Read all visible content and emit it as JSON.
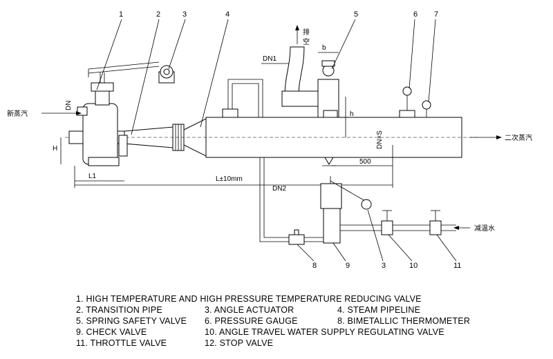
{
  "callouts": [
    "1",
    "2",
    "3",
    "4",
    "5",
    "6",
    "7",
    "8",
    "9",
    "3",
    "10",
    "11"
  ],
  "diagram_labels": {
    "inlet_steam": "新蒸汽",
    "outlet_steam": "二次蒸汽",
    "desuperheat_water": "减温水",
    "exhaust_1": "排",
    "exhaust_2": "空",
    "dn": "DN",
    "dn1": "DN1",
    "dn2": "DN2",
    "dnxs": "DN×S",
    "h_upper": "H",
    "h_lower": "h",
    "b": "b",
    "l1": "L1",
    "l_total": "L±10mm",
    "dist_500": "500"
  },
  "legend": [
    [
      "1. HIGH TEMPERATURE AND HIGH PRESSURE TEMPERATURE REDUCING VALVE"
    ],
    [
      "2. TRANSITION PIPE",
      "3. ANGLE ACTUATOR",
      "4. STEAM PIPELINE"
    ],
    [
      "5. SPRING SAFETY VALVE",
      "6. PRESSURE GAUGE",
      "8. BIMETALLIC THERMOMETER"
    ],
    [
      "9. CHECK VALVE",
      "10. ANGLE TRAVEL WATER SUPPLY REGULATING VALVE"
    ],
    [
      "11. THROTTLE VALVE",
      "12. STOP VALVE"
    ]
  ]
}
